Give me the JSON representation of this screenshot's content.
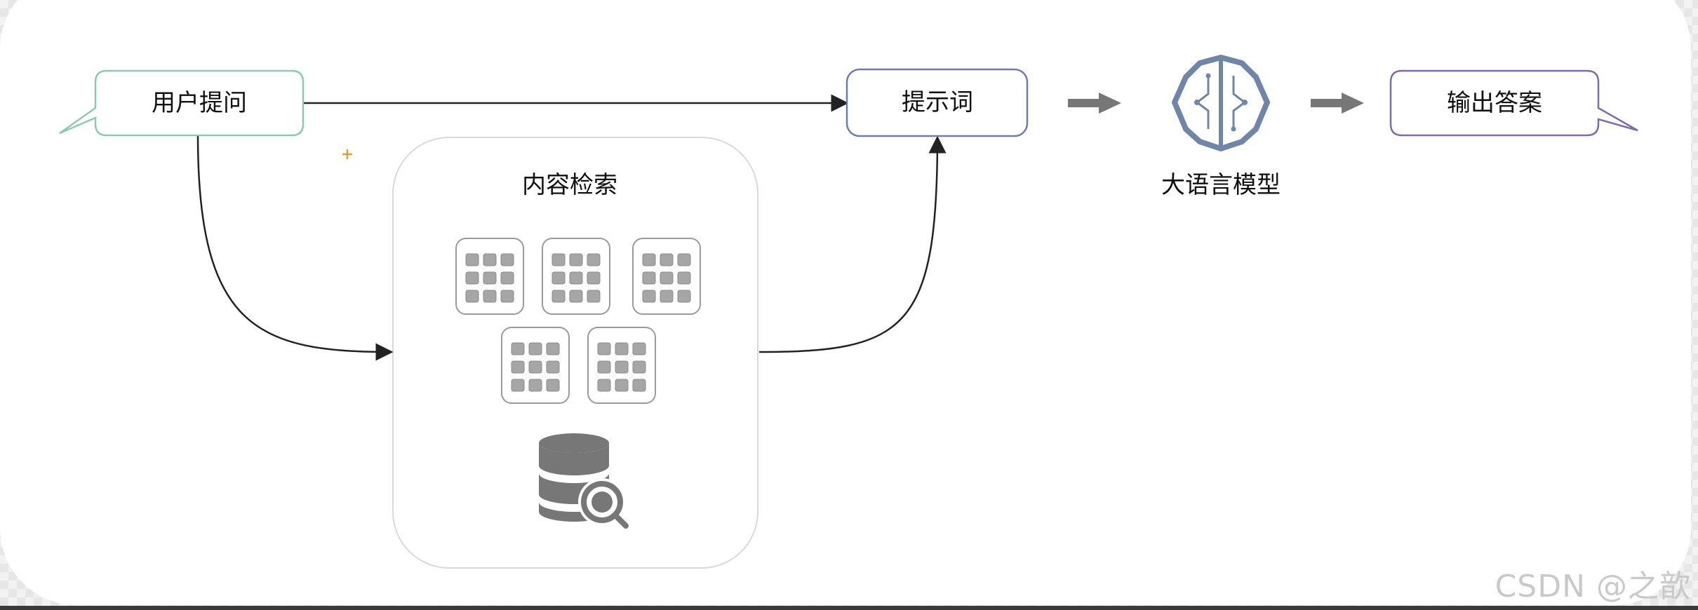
{
  "nodes": {
    "user_question": "用户提问",
    "prompt": "提示词",
    "retrieval": "内容检索",
    "llm": "大语言模型",
    "answer": "输出答案"
  },
  "watermark": "CSDN @之歆",
  "colors": {
    "user_question_border": "#8cc9b5",
    "prompt_border": "#6f7bb4",
    "answer_border": "#7d6bb0",
    "retrieval_border": "#d9d9d9",
    "edge": "#222222",
    "thick_arrow": "#777777",
    "icon_gray": "#777777",
    "plus_marker": "#e0a030"
  },
  "icons": {
    "llm": "brain-circuit-icon",
    "database": "database-search-icon",
    "chunk": "document-grid-icon",
    "chunk_count": 5
  }
}
